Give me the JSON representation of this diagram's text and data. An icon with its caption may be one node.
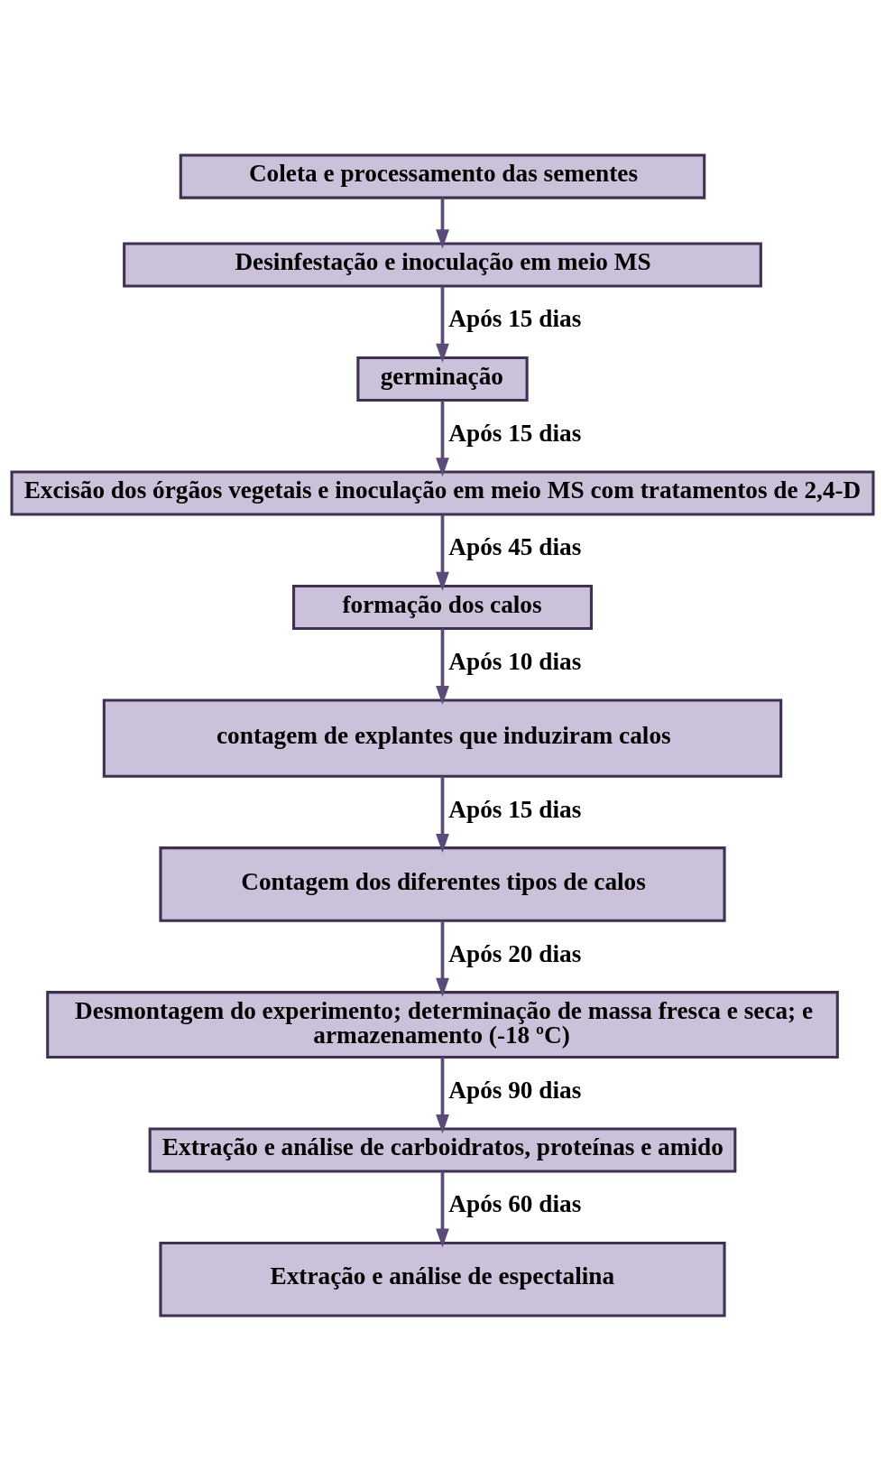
{
  "diagram": {
    "nodes": [
      {
        "text": [
          "Coleta e processamento das sementes"
        ]
      },
      {
        "text": [
          "Desinfestação e inoculação em meio MS"
        ]
      },
      {
        "text": [
          "germinação"
        ]
      },
      {
        "text": [
          "Excisão dos órgãos vegetais e inoculação em meio MS com tratamentos de 2,4-D"
        ]
      },
      {
        "text": [
          "formação dos calos"
        ]
      },
      {
        "text": [
          "contagem de explantes que induziram calos"
        ]
      },
      {
        "text": [
          "Contagem dos diferentes tipos de calos"
        ]
      },
      {
        "text": [
          "Desmontagem do experimento; determinação de massa fresca e seca; e armazenamento (-18 ºC)"
        ]
      },
      {
        "text": [
          "Extração e análise de carboidratos, proteínas e amido"
        ]
      },
      {
        "text": [
          "Extração e análise de espectalina"
        ]
      }
    ],
    "edges": [
      {
        "from": 0,
        "to": 1,
        "arrow": "to"
      },
      {
        "from": 1,
        "to": 2,
        "arrow": "to",
        "label": "Após 15 dias"
      },
      {
        "from": 2,
        "to": 3,
        "arrow": "to",
        "label": "Após 15 dias"
      },
      {
        "from": 3,
        "to": 4,
        "arrow": "to",
        "label": "Após 45 dias"
      },
      {
        "from": 4,
        "to": 5,
        "arrow": "to",
        "label": "Após 10 dias"
      },
      {
        "from": 5,
        "to": 6,
        "arrow": "to",
        "label": "Após 15 dias"
      },
      {
        "from": 6,
        "to": 7,
        "arrow": "to",
        "label": "Após 20 dias"
      },
      {
        "from": 7,
        "to": 8,
        "arrow": "to",
        "label": "Após 90 dias"
      },
      {
        "from": 8,
        "to": 9,
        "arrow": "to",
        "label": "Após 60 dias"
      }
    ]
  }
}
